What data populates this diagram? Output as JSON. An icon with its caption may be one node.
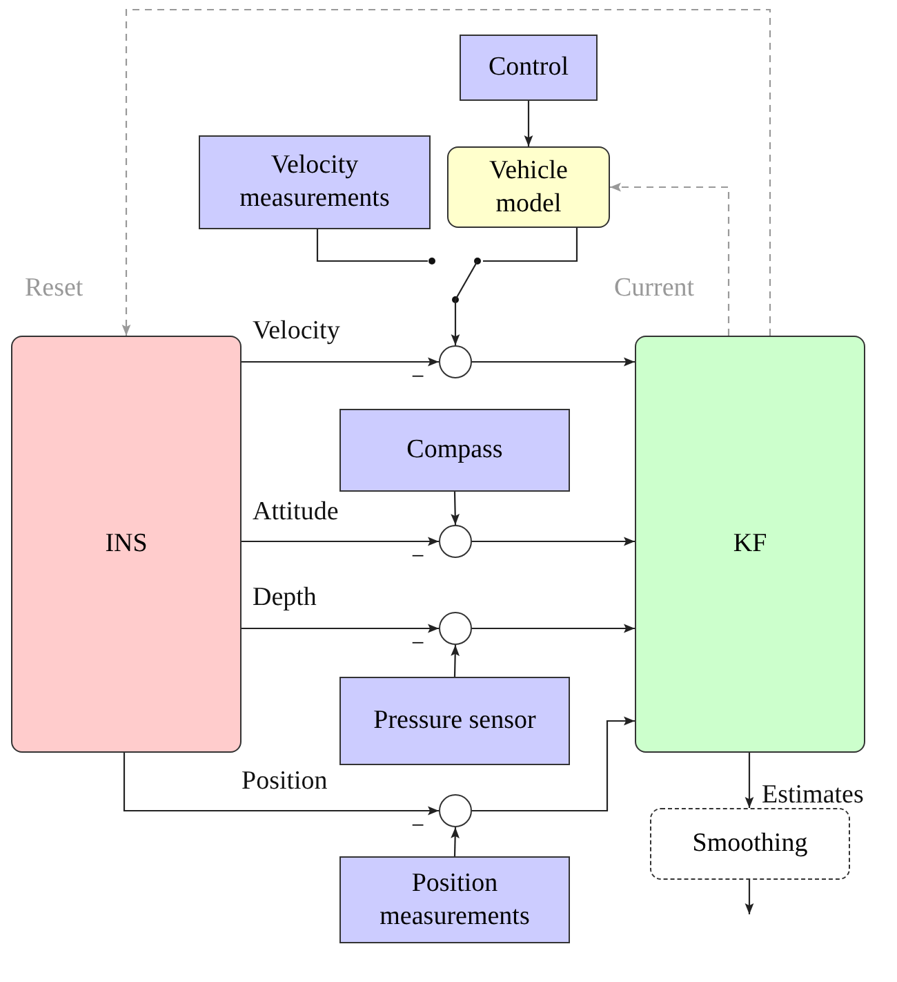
{
  "diagram": {
    "nodes": [
      {
        "text": [
          "Control"
        ]
      },
      {
        "text": [
          "Vehicle model"
        ]
      },
      {
        "text": [
          "Velocity measurements"
        ]
      },
      {
        "text": [],
        "shape": "switch"
      },
      {
        "text": [
          "INS"
        ]
      },
      {
        "text": [
          "KF"
        ]
      },
      {
        "text": [],
        "shape": "circle"
      },
      {
        "text": [
          "Compass"
        ]
      },
      {
        "text": [],
        "shape": "circle"
      },
      {
        "text": [],
        "shape": "circle"
      },
      {
        "text": [
          "Pressure sensor"
        ]
      },
      {
        "text": [],
        "shape": "circle"
      },
      {
        "text": [
          "Position measurements"
        ]
      },
      {
        "text": [
          "Smoothing"
        ]
      }
    ],
    "edges": [
      {
        "from": 0,
        "to": 1,
        "arrow": "to"
      },
      {
        "from": 2,
        "to": 3,
        "arrow": "none"
      },
      {
        "from": 1,
        "to": 3,
        "arrow": "none"
      },
      {
        "from": 3,
        "to": 6,
        "arrow": "to"
      },
      {
        "from": 4,
        "to": 6,
        "arrow": "to",
        "label": "Velocity"
      },
      {
        "from": 6,
        "to": 5,
        "arrow": "to"
      },
      {
        "from": 4,
        "to": 8,
        "arrow": "to",
        "label": "Attitude"
      },
      {
        "from": 7,
        "to": 8,
        "arrow": "to"
      },
      {
        "from": 8,
        "to": 5,
        "arrow": "to"
      },
      {
        "from": 4,
        "to": 9,
        "arrow": "to",
        "label": "Depth"
      },
      {
        "from": 10,
        "to": 9,
        "arrow": "to"
      },
      {
        "from": 9,
        "to": 5,
        "arrow": "to"
      },
      {
        "from": 4,
        "to": 11,
        "arrow": "to",
        "label": "Position"
      },
      {
        "from": 12,
        "to": 11,
        "arrow": "to"
      },
      {
        "from": 11,
        "to": 5,
        "arrow": "to"
      },
      {
        "from": 5,
        "to": 1,
        "arrow": "to",
        "label": "Current",
        "style": "dashed",
        "color": "#999999"
      },
      {
        "from": 5,
        "to": 4,
        "arrow": "to",
        "label": "Reset",
        "style": "dashed",
        "color": "#999999"
      },
      {
        "from": 5,
        "to": 13,
        "arrow": "to",
        "label": "Estimates"
      },
      {
        "from": 13,
        "to": null,
        "arrow": "to"
      }
    ],
    "labels": [
      "−",
      "−",
      "−",
      "−"
    ]
  }
}
